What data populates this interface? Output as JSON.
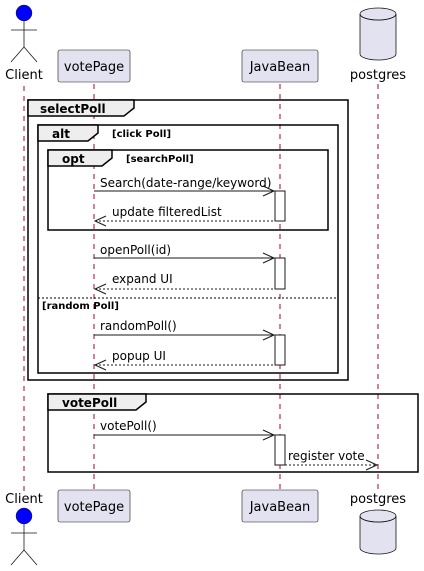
{
  "participants": {
    "client": {
      "label": "Client",
      "kind": "actor",
      "color": "#0000FF"
    },
    "votePage": {
      "label": "votePage",
      "kind": "participant"
    },
    "javaBean": {
      "label": "JavaBean",
      "kind": "participant"
    },
    "postgres": {
      "label": "postgres",
      "kind": "database"
    }
  },
  "fragments": {
    "selectPoll": {
      "label": "selectPoll"
    },
    "alt": {
      "label": "alt",
      "guard": "[click Poll]",
      "else_guard": "[random Poll]"
    },
    "opt": {
      "label": "opt",
      "guard": "[searchPoll]"
    },
    "votePoll": {
      "label": "votePoll"
    }
  },
  "messages": {
    "search": "Search(date-range/keyword)",
    "update_filtered": "update filteredList",
    "open_poll": "openPoll(id)",
    "expand_ui": "expand UI",
    "random_poll": "randomPoll()",
    "popup_ui": "popup UI",
    "vote_poll": "votePoll()",
    "register_vote": "register vote"
  },
  "colors": {
    "participant_fill": "#E2E2F0",
    "lifeline": "#A80036",
    "actor_head": "#0000FF",
    "fragment_tab": "#EEEEEE"
  }
}
